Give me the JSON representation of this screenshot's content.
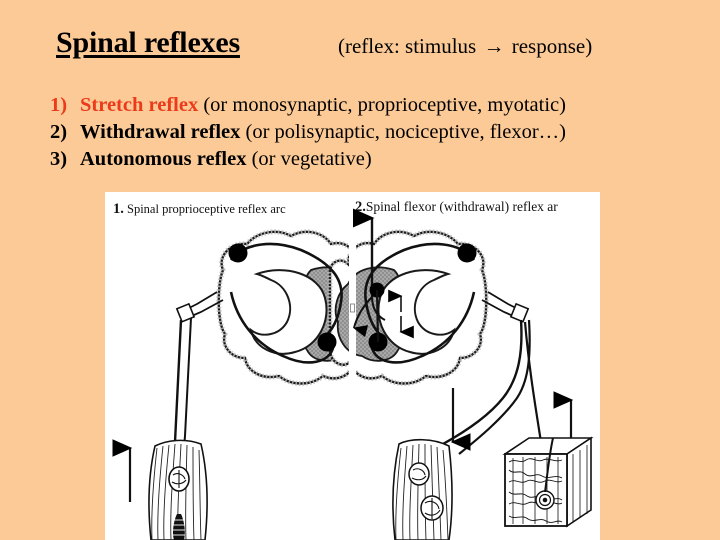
{
  "slide": {
    "background_color": "#fcca96",
    "title": "Spinal reflexes",
    "subtitle_prefix": "(reflex: stimulus ",
    "subtitle_arrow": "→",
    "subtitle_suffix": " response)",
    "accent_color": "#ec3b1a",
    "text_color": "#000000"
  },
  "list": {
    "items": [
      {
        "number": "1)",
        "term": "Stretch reflex",
        "detail": " (or monosynaptic, proprioceptive, myotatic)",
        "highlight": true
      },
      {
        "number": "2)",
        "term": "Withdrawal reflex",
        "detail": " (or polisynaptic, nociceptive, flexor…)",
        "highlight": false
      },
      {
        "number": "3)",
        "term": "Autonomous reflex",
        "detail": " (or vegetative)",
        "highlight": false
      }
    ]
  },
  "figure": {
    "background_color": "#ffffff",
    "caption_left_num": "1.",
    "caption_left_text": " Spinal proprioceptive reflex arc",
    "caption_right_num": "2.",
    "caption_right_text": "Spinal flexor (withdrawal) reflex ar",
    "gray_matter_color": "#a3a3a3",
    "ink_color": "#000000",
    "parts": [
      "left-spinal-cord-cross-section",
      "right-spinal-cord-cross-section",
      "dorsal-root-ganglion-left",
      "dorsal-root-ganglion-right",
      "motor-neuron-left",
      "motor-neuron-right",
      "interneuron-right",
      "afferent-arrow-left",
      "efferent-arrow-left",
      "afferent-arrow-right",
      "efferent-arrow-right",
      "ascending-tract-arrow",
      "muscle-left",
      "muscle-spindle-left",
      "motor-endplate-left",
      "muscle-right",
      "muscle-receptors-right",
      "skin-block-right"
    ]
  }
}
